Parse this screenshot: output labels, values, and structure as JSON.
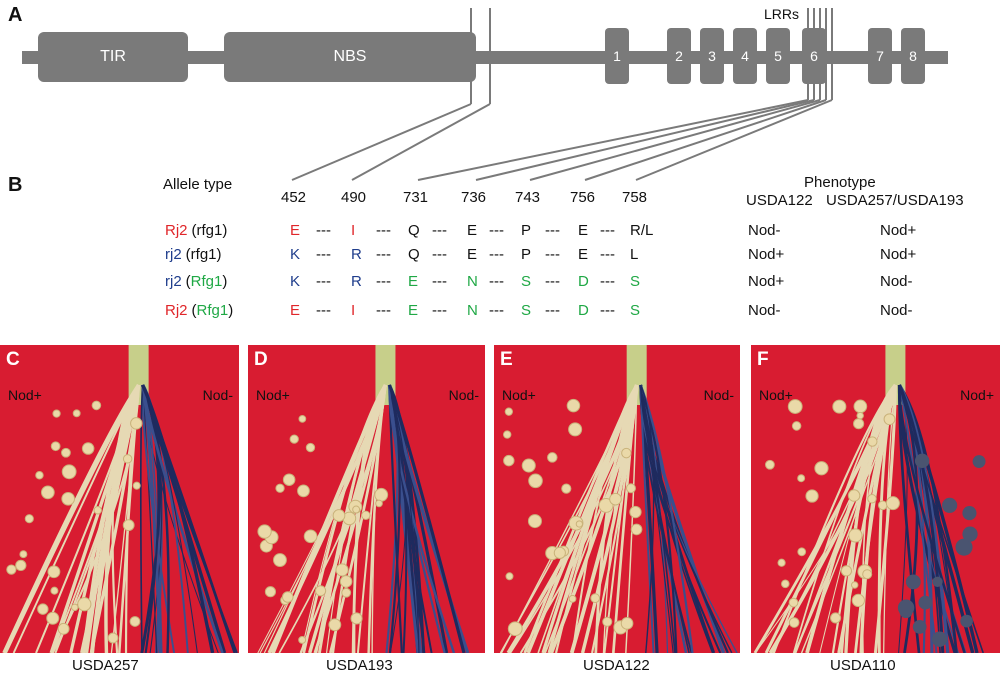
{
  "panels": {
    "a": "A",
    "b": "B",
    "c": "C",
    "d": "D",
    "e": "E",
    "f": "F"
  },
  "gene": {
    "tir": "TIR",
    "nbs": "NBS",
    "lrrs_label": "LRRs",
    "lrrs": [
      "1",
      "2",
      "3",
      "4",
      "5",
      "6",
      "7",
      "8"
    ]
  },
  "table": {
    "allele_type_label": "Allele type",
    "positions": [
      "452",
      "490",
      "731",
      "736",
      "743",
      "756",
      "758"
    ],
    "phenotype_label": "Phenotype",
    "phenotype_cols": [
      "USDA122",
      "USDA257/USDA193"
    ],
    "rows": [
      {
        "allele": "Rj2",
        "paren": "(rfg1)",
        "aa": [
          "E",
          "I",
          "Q",
          "E",
          "P",
          "E",
          "R/L"
        ],
        "p1": "Nod-",
        "p2": "Nod+"
      },
      {
        "allele": "rj2",
        "paren": "(rfg1)",
        "aa": [
          "K",
          "R",
          "Q",
          "E",
          "P",
          "E",
          "L"
        ],
        "p1": "Nod+",
        "p2": "Nod+"
      },
      {
        "allele": "rj2",
        "paren": "(Rfg1)",
        "aa": [
          "K",
          "R",
          "E",
          "N",
          "S",
          "D",
          "S"
        ],
        "p1": "Nod+",
        "p2": "Nod-"
      },
      {
        "allele": "Rj2",
        "paren": "(Rfg1)",
        "aa": [
          "E",
          "I",
          "E",
          "N",
          "S",
          "D",
          "S"
        ],
        "p1": "Nod-",
        "p2": "Nod-"
      }
    ],
    "dash": "---"
  },
  "photos": [
    {
      "left_label": "Nod+",
      "right_label": "Nod-",
      "caption": "USDA257"
    },
    {
      "left_label": "Nod+",
      "right_label": "Nod-",
      "caption": "USDA193"
    },
    {
      "left_label": "Nod+",
      "right_label": "Nod-",
      "caption": "USDA122"
    },
    {
      "left_label": "Nod+",
      "right_label": "Nod+",
      "caption": "USDA110"
    }
  ]
}
